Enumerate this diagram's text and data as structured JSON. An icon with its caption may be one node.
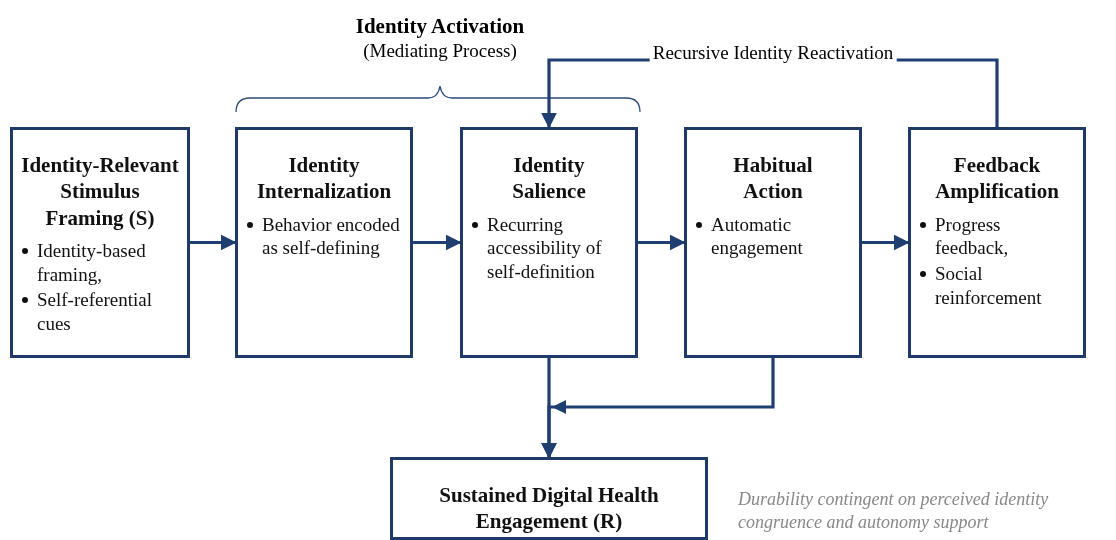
{
  "diagram": {
    "nodes": [
      {
        "text": [
          "Identity-Relevant Stimulus Framing (S)",
          "Identity-based framing,",
          "Self-referential cues"
        ]
      },
      {
        "text": [
          "Identity Internalization",
          "Behavior encoded as self-defining"
        ]
      },
      {
        "text": [
          "Identity Salience",
          "Recurring accessibility of self-definition"
        ]
      },
      {
        "text": [
          "Habitual Action",
          "Automatic engagement"
        ]
      },
      {
        "text": [
          "Feedback Amplification",
          "Progress feedback,",
          "Social reinforcement"
        ]
      },
      {
        "text": [
          "Sustained Digital Health Engagement (R)"
        ]
      }
    ],
    "edges": [
      {
        "from": 0,
        "to": 1,
        "arrow": "to"
      },
      {
        "from": 1,
        "to": 2,
        "arrow": "to"
      },
      {
        "from": 2,
        "to": 3,
        "arrow": "to"
      },
      {
        "from": 3,
        "to": 4,
        "arrow": "to"
      },
      {
        "from": 4,
        "to": 2,
        "arrow": "to",
        "label": "Recursive Identity Reactivation"
      },
      {
        "from": 2,
        "to": 5,
        "arrow": "to"
      },
      {
        "from": 3,
        "to": 5,
        "arrow": "to"
      }
    ],
    "labels": [
      "Identity Activation",
      "(Mediating Process)",
      "Durability contingent on perceived identity congruence and autonomy support"
    ]
  }
}
